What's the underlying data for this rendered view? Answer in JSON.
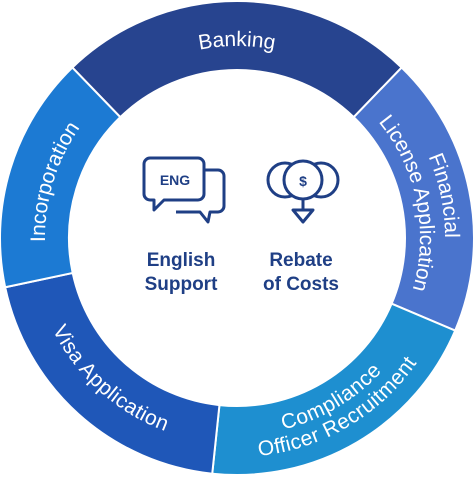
{
  "diagram": {
    "segments": [
      {
        "id": "banking",
        "lines": [
          "Banking"
        ],
        "color": "#27448f"
      },
      {
        "id": "financial-license",
        "lines": [
          "Financial",
          "License Application"
        ],
        "color": "#4a74cd"
      },
      {
        "id": "compliance",
        "lines": [
          "Compliance",
          "Officer Recruitment"
        ],
        "color": "#1e8fd0"
      },
      {
        "id": "visa",
        "lines": [
          "Visa Application"
        ],
        "color": "#1f57b8"
      },
      {
        "id": "incorporation",
        "lines": [
          "Incorporation"
        ],
        "color": "#1c7ad3"
      }
    ],
    "center": {
      "english": {
        "icon": "speech-bubbles-icon",
        "icon_text": "ENG",
        "label_line1": "English",
        "label_line2": "Support"
      },
      "rebate": {
        "icon": "coins-arrow-down-icon",
        "icon_text": "$",
        "label_line1": "Rebate",
        "label_line2": "of Costs"
      }
    },
    "colors": {
      "center_text": "#1f3f85",
      "background": "#ffffff",
      "separator": "#ffffff"
    }
  }
}
